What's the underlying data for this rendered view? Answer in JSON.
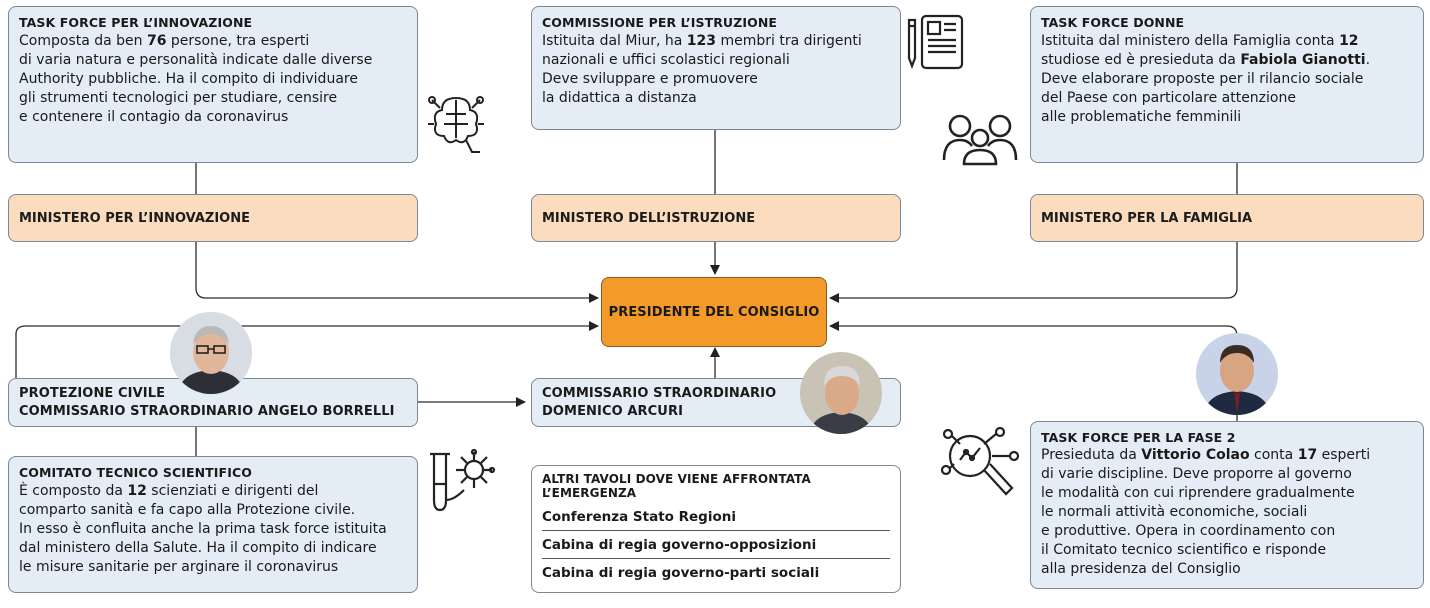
{
  "innovazione": {
    "title": "TASK FORCE PER L’INNOVAZIONE",
    "p1": "Composta da ben ",
    "num": "76",
    "p2": " persone, tra esperti\ndi varia natura e personalità indicate dalle diverse\nAuthority pubbliche. Ha il compito di individuare\ngli strumenti tecnologici per studiare, censire\ne contenere il contagio da coronavirus",
    "ministry": "MINISTERO PER L’INNOVAZIONE"
  },
  "istruzione": {
    "title": "COMMISSIONE PER L’ISTRUZIONE",
    "p1": "Istituita dal Miur, ha ",
    "num": "123",
    "p2": " membri tra dirigenti\nnazionali e uffici scolastici regionali\nDeve sviluppare e promuovere\nla didattica a distanza",
    "ministry": "MINISTERO DELL’ISTRUZIONE"
  },
  "donne": {
    "title": "TASK FORCE DONNE",
    "p1": "Istituita dal ministero della Famiglia conta ",
    "num": "12",
    "p2": "\nstudiose ed è presieduta da ",
    "name": "Fabiola Gianotti",
    "p3": ".\nDeve elaborare proposte per il rilancio sociale\ndel Paese con particolare attenzione\nalle problematiche femminili",
    "ministry": "MINISTERO PER LA FAMIGLIA"
  },
  "presidente": "PRESIDENTE DEL CONSIGLIO",
  "protezione": {
    "line1": "PROTEZIONE CIVILE",
    "line2": "COMMISSARIO STRAORDINARIO ANGELO BORRELLI"
  },
  "arcuri": {
    "line1": "COMMISSARIO STRAORDINARIO",
    "line2": "DOMENICO ARCURI"
  },
  "comitato": {
    "title": "COMITATO TECNICO SCIENTIFICO",
    "p1": "È composto da ",
    "num": "12",
    "p2": " scienziati e dirigenti del\ncomparto sanità e fa capo alla Protezione civile.\nIn esso è confluita anche la prima task force istituita\ndal ministero della Salute. Ha il compito di indicare\nle misure sanitarie per arginare il coronavirus"
  },
  "altri": {
    "title": "ALTRI TAVOLI DOVE VIENE AFFRONTATA\nL’EMERGENZA",
    "items": [
      "Conferenza Stato Regioni",
      "Cabina di regia governo-opposizioni",
      "Cabina di regia governo-parti sociali"
    ]
  },
  "fase2": {
    "title": "TASK FORCE PER LA FASE 2",
    "p1": "Presieduta da ",
    "name": "Vittorio Colao",
    "p2": " conta ",
    "num": "17",
    "p3": " esperti\ndi varie discipline. Deve proporre al governo\nle modalità con cui riprendere gradualmente\nle normali attività economiche, sociali\ne  produttive. Opera in coordinamento con\nil Comitato tecnico scientifico e risponde\nalla presidenza del Consiglio"
  },
  "icons": [
    "brain-chip-icon",
    "tablet-pencil-icon",
    "people-group-icon",
    "test-tube-virus-icon",
    "magnifier-network-icon",
    "person-photo-icon"
  ],
  "colors": {
    "blue": "#e4ecf5",
    "peach": "#fbdcbf",
    "orange": "#f39a2b",
    "border": "#7d8794"
  }
}
